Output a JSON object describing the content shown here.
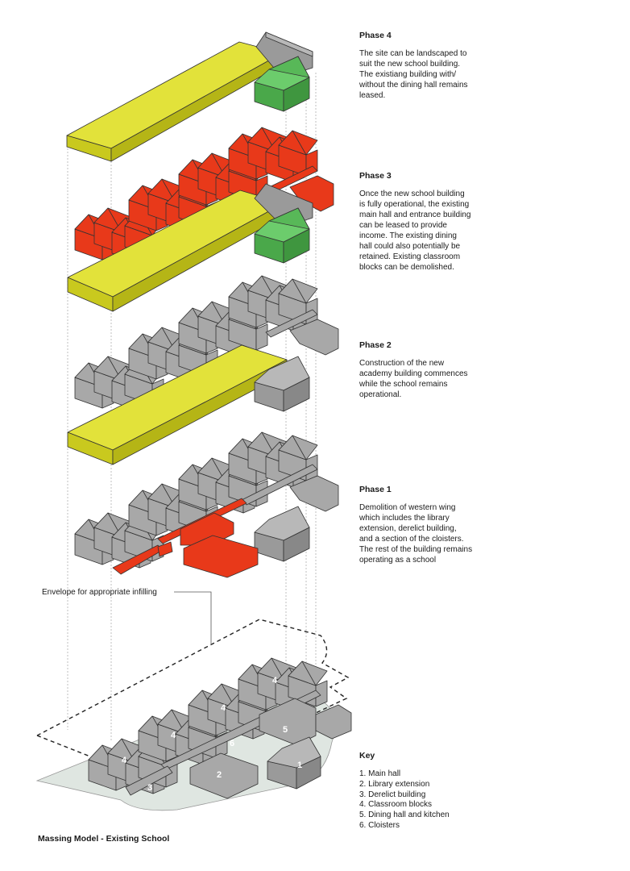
{
  "phases": [
    {
      "title": "Phase 4",
      "text": "The site can be landscaped to\nsuit the new school building.\nThe existiang building with/\nwithout the dining hall remains\nleased."
    },
    {
      "title": "Phase 3",
      "text": "Once the new school building\nis fully operational, the existing\nmain hall and entrance building\ncan be leased to provide\nincome. The existing dining\nhall could also potentially be\nretained. Existing classroom\nblocks can be demolished."
    },
    {
      "title": "Phase 2",
      "text": "Construction of the new\nacademy building commences\nwhile the school remains\noperational."
    },
    {
      "title": "Phase 1",
      "text": "Demolition of western wing\nwhich includes the library\nextension, derelict building,\nand a section of the cloisters.\nThe rest of the building remains\noperating as a school"
    }
  ],
  "envelope_label": "Envelope for appropriate infilling",
  "key": {
    "title": "Key",
    "items": [
      "1. Main hall",
      "2. Library extension",
      "3. Derelict building",
      "4. Classroom blocks",
      "5. Dining hall and kitchen",
      "6. Cloisters"
    ]
  },
  "model_labels": [
    "1",
    "2",
    "3",
    "4",
    "4",
    "4",
    "4",
    "4",
    "5",
    "6"
  ],
  "caption": "Massing Model - Existing School",
  "colors": {
    "new_building": "#d4d42a",
    "demolished": "#e8391a",
    "retained": "#5cb85c",
    "existing": "#a8a8a8",
    "site": "#dfe6e1"
  }
}
